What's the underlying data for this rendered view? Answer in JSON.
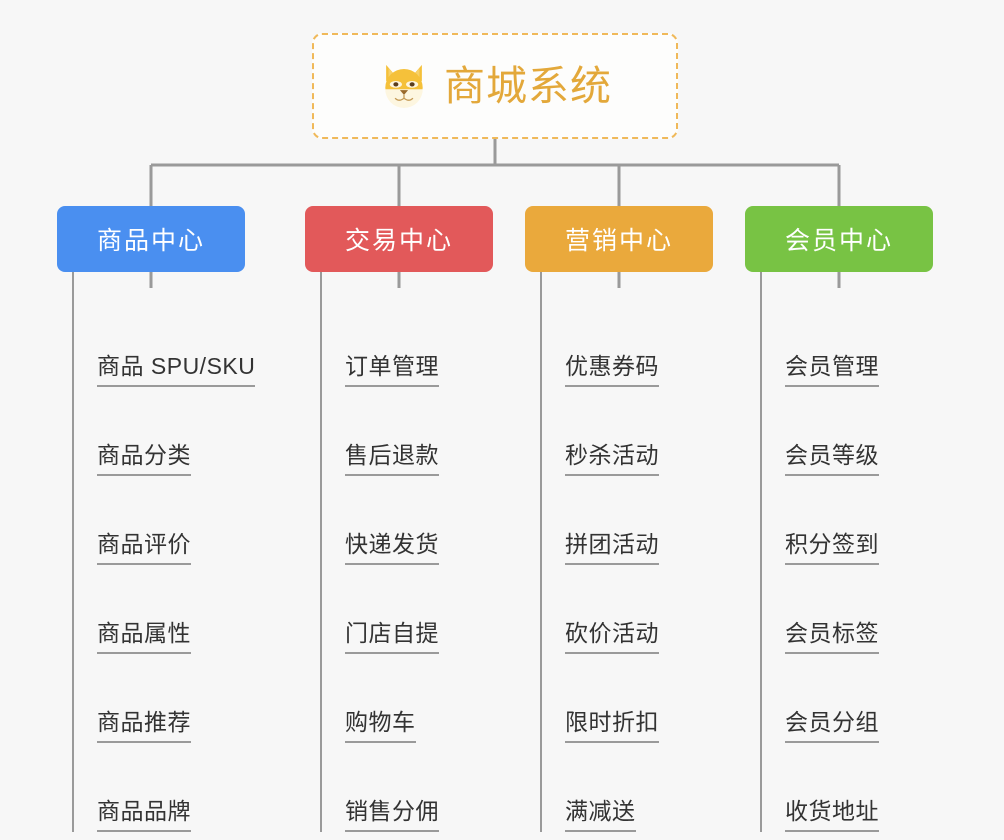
{
  "background_color": "#f7f7f7",
  "root": {
    "title": "商城系统",
    "icon": "shiba-dog-face-icon",
    "border_color": "#f0b95a",
    "text_color": "#e3a83a"
  },
  "columns": [
    {
      "id": "product-center",
      "label": "商品中心",
      "color": "#4a8ff0",
      "items": [
        "商品 SPU/SKU",
        "商品分类",
        "商品评价",
        "商品属性",
        "商品推荐",
        "商品品牌"
      ]
    },
    {
      "id": "trade-center",
      "label": "交易中心",
      "color": "#e2595a",
      "items": [
        "订单管理",
        "售后退款",
        "快递发货",
        "门店自提",
        "购物车",
        "销售分佣"
      ]
    },
    {
      "id": "marketing-center",
      "label": "营销中心",
      "color": "#eaa93c",
      "items": [
        "优惠券码",
        "秒杀活动",
        "拼团活动",
        "砍价活动",
        "限时折扣",
        "满减送"
      ]
    },
    {
      "id": "member-center",
      "label": "会员中心",
      "color": "#78c344",
      "items": [
        "会员管理",
        "会员等级",
        "积分签到",
        "会员标签",
        "会员分组",
        "收货地址"
      ]
    }
  ],
  "connector_color": "#9a9a9a"
}
